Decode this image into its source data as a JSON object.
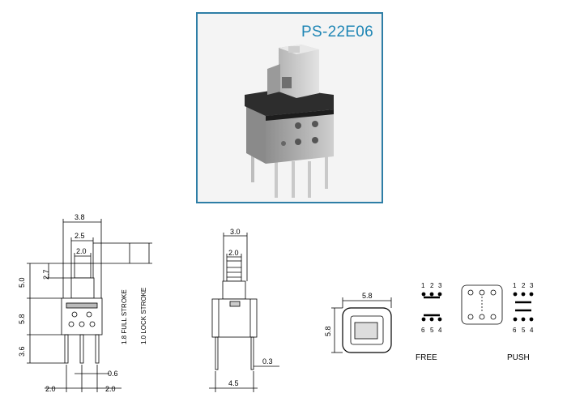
{
  "product": {
    "model": "PS-22E06"
  },
  "side_view": {
    "dims": {
      "top_width": "3.8",
      "cap_width": "2.5",
      "cap_inner": "2.0",
      "cap_step": "2.7",
      "height_top": "5.0",
      "body_height": "5.8",
      "pin_length": "3.6",
      "pin_thickness": "0.6",
      "pin_pitch_left": "2.0",
      "pin_pitch_right": "2.0",
      "full_stroke": "1.8 FULL STROKE",
      "lock_stroke": "1.0 LOCK STROKE"
    }
  },
  "front_view": {
    "dims": {
      "top_width": "3.0",
      "cap_width": "2.0",
      "pin_thickness": "0.3",
      "pin_span": "4.5"
    }
  },
  "top_view": {
    "dims": {
      "width": "5.8",
      "height": "5.8"
    }
  },
  "schematic": {
    "free_label": "FREE",
    "push_label": "PUSH",
    "pins_top": [
      "1",
      "2",
      "3"
    ],
    "pins_bottom": [
      "6",
      "5",
      "4"
    ]
  },
  "colors": {
    "frame": "#2e7ea6",
    "title": "#1f86b5",
    "body_light": "#c8c8c8",
    "body_dark": "#2a2a2a",
    "line": "#000000"
  }
}
